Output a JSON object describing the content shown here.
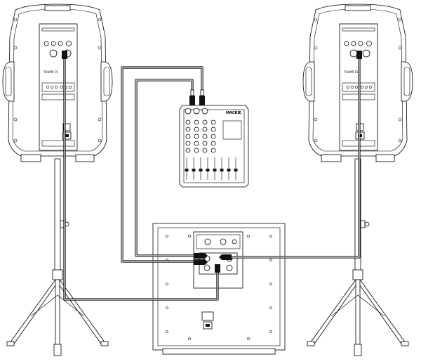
{
  "diagram": {
    "speakers": [
      {
        "id": "left",
        "model_label": "THUMP 15"
      },
      {
        "id": "right",
        "model_label": "THUMP 15"
      }
    ],
    "mixer": {
      "brand_label": "MACKIE"
    },
    "subwoofer": {
      "id": "sub"
    },
    "colors": {
      "line": "#000000",
      "fill": "#ffffff",
      "cable": "#000000"
    }
  }
}
